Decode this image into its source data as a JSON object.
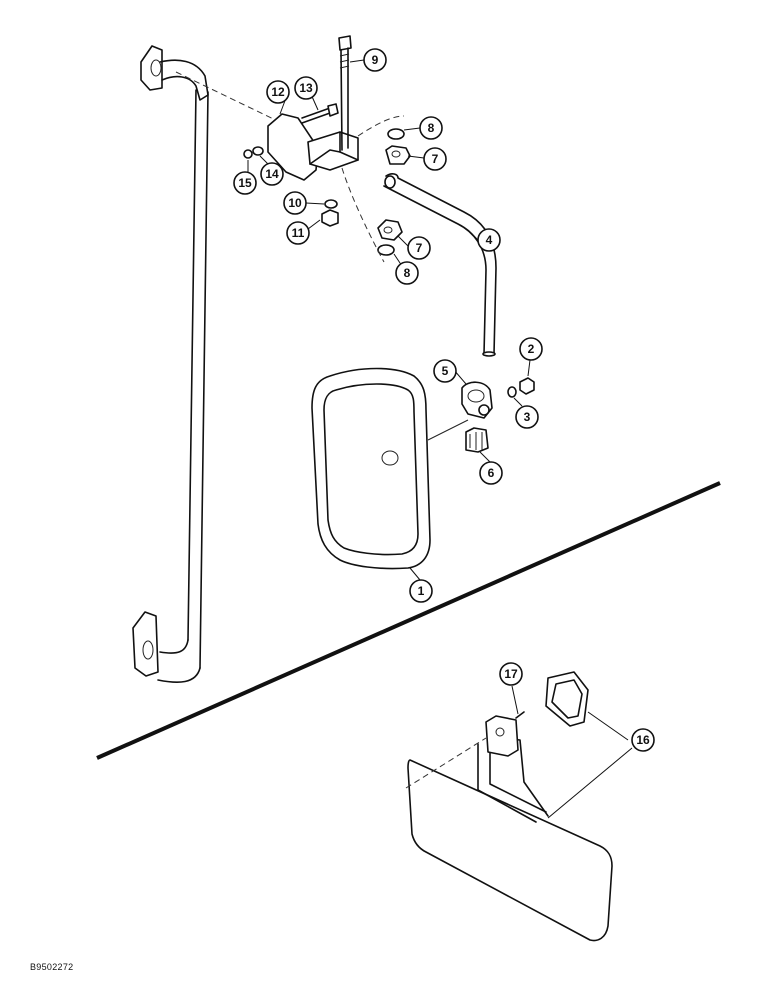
{
  "figure": {
    "catalog_number": "B9502272"
  },
  "callouts": [
    {
      "id": "c1",
      "label": "1"
    },
    {
      "id": "c2",
      "label": "2"
    },
    {
      "id": "c3",
      "label": "3"
    },
    {
      "id": "c4",
      "label": "4"
    },
    {
      "id": "c5",
      "label": "5"
    },
    {
      "id": "c6",
      "label": "6"
    },
    {
      "id": "c7a",
      "label": "7"
    },
    {
      "id": "c7b",
      "label": "7"
    },
    {
      "id": "c8a",
      "label": "8"
    },
    {
      "id": "c8b",
      "label": "8"
    },
    {
      "id": "c9",
      "label": "9"
    },
    {
      "id": "c10",
      "label": "10"
    },
    {
      "id": "c11",
      "label": "11"
    },
    {
      "id": "c12",
      "label": "12"
    },
    {
      "id": "c13",
      "label": "13"
    },
    {
      "id": "c14",
      "label": "14"
    },
    {
      "id": "c15",
      "label": "15"
    },
    {
      "id": "c16",
      "label": "16"
    },
    {
      "id": "c17",
      "label": "17"
    }
  ],
  "icons": {
    "grab_handle": "grab-handle-icon",
    "mirror": "mirror-icon",
    "mirror_arm": "mirror-arm-icon",
    "sun_visor": "sun-visor-icon"
  }
}
